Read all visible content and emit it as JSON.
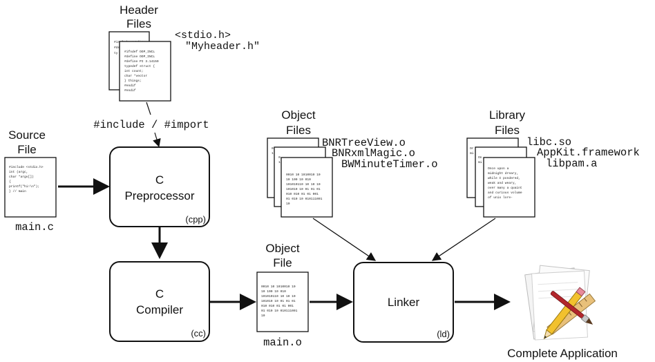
{
  "header_files": {
    "title": [
      "Header",
      "Files"
    ],
    "names": [
      "<stdio.h>",
      "\"Myheader.h\""
    ],
    "code": [
      "#ifndef OOP_INCL",
      "#define OOP_INCL",
      "#define PI 3.14159",
      "typedef struct {",
      "    int count;",
      "char *vector",
      "} things;",
      "#endif",
      "#endif"
    ]
  },
  "include_label": "#include / #import",
  "source_file": {
    "title": [
      "Source",
      "File"
    ],
    "filename": "main.c",
    "code": [
      "#include <stdio.h>",
      "int (argc,",
      "    char *argv[])",
      "{",
      "   printf(\"hi!\\n\");",
      "} // main"
    ]
  },
  "preprocessor": {
    "lines": [
      "C",
      "Preprocessor"
    ],
    "tag": "(cpp)"
  },
  "compiler": {
    "lines": [
      "C",
      "Compiler"
    ],
    "tag": "(cc)"
  },
  "object_file": {
    "title": [
      "Object",
      "File"
    ],
    "filename": "main.o",
    "code": [
      "0010 10 1010010 10",
      "10 100 10 010",
      "101010110 10 10 10",
      "101010 10 01 01 01",
      "010 010 01 01 001",
      "01 010 10 010111001",
      "10"
    ]
  },
  "object_files": {
    "title": [
      "Object",
      "Files"
    ],
    "names": [
      "BNRTreeView.o",
      "BNRxmlMagic.o",
      "BWMinuteTimer.o"
    ],
    "code": [
      "0010 10 1010010 10",
      "10 100 10 010",
      "101010110 10 10 10",
      "101010 10 01 01 01",
      "010 010 01 01 001",
      "01 010 10 010111001",
      "10"
    ]
  },
  "library_files": {
    "title": [
      "Library",
      "Files"
    ],
    "names": [
      "libc.so",
      "AppKit.framework",
      "libpam.a"
    ],
    "code": [
      "Once upon a",
      "midnight dreary,",
      "while I pondered,",
      "weak and weary,",
      "over many a quaint",
      "and curious volume",
      "of unix lore-"
    ]
  },
  "linker": {
    "label": "Linker",
    "tag": "(ld)"
  },
  "complete_app": {
    "label": "Complete Application"
  },
  "icons": {
    "app": "application-icon"
  }
}
